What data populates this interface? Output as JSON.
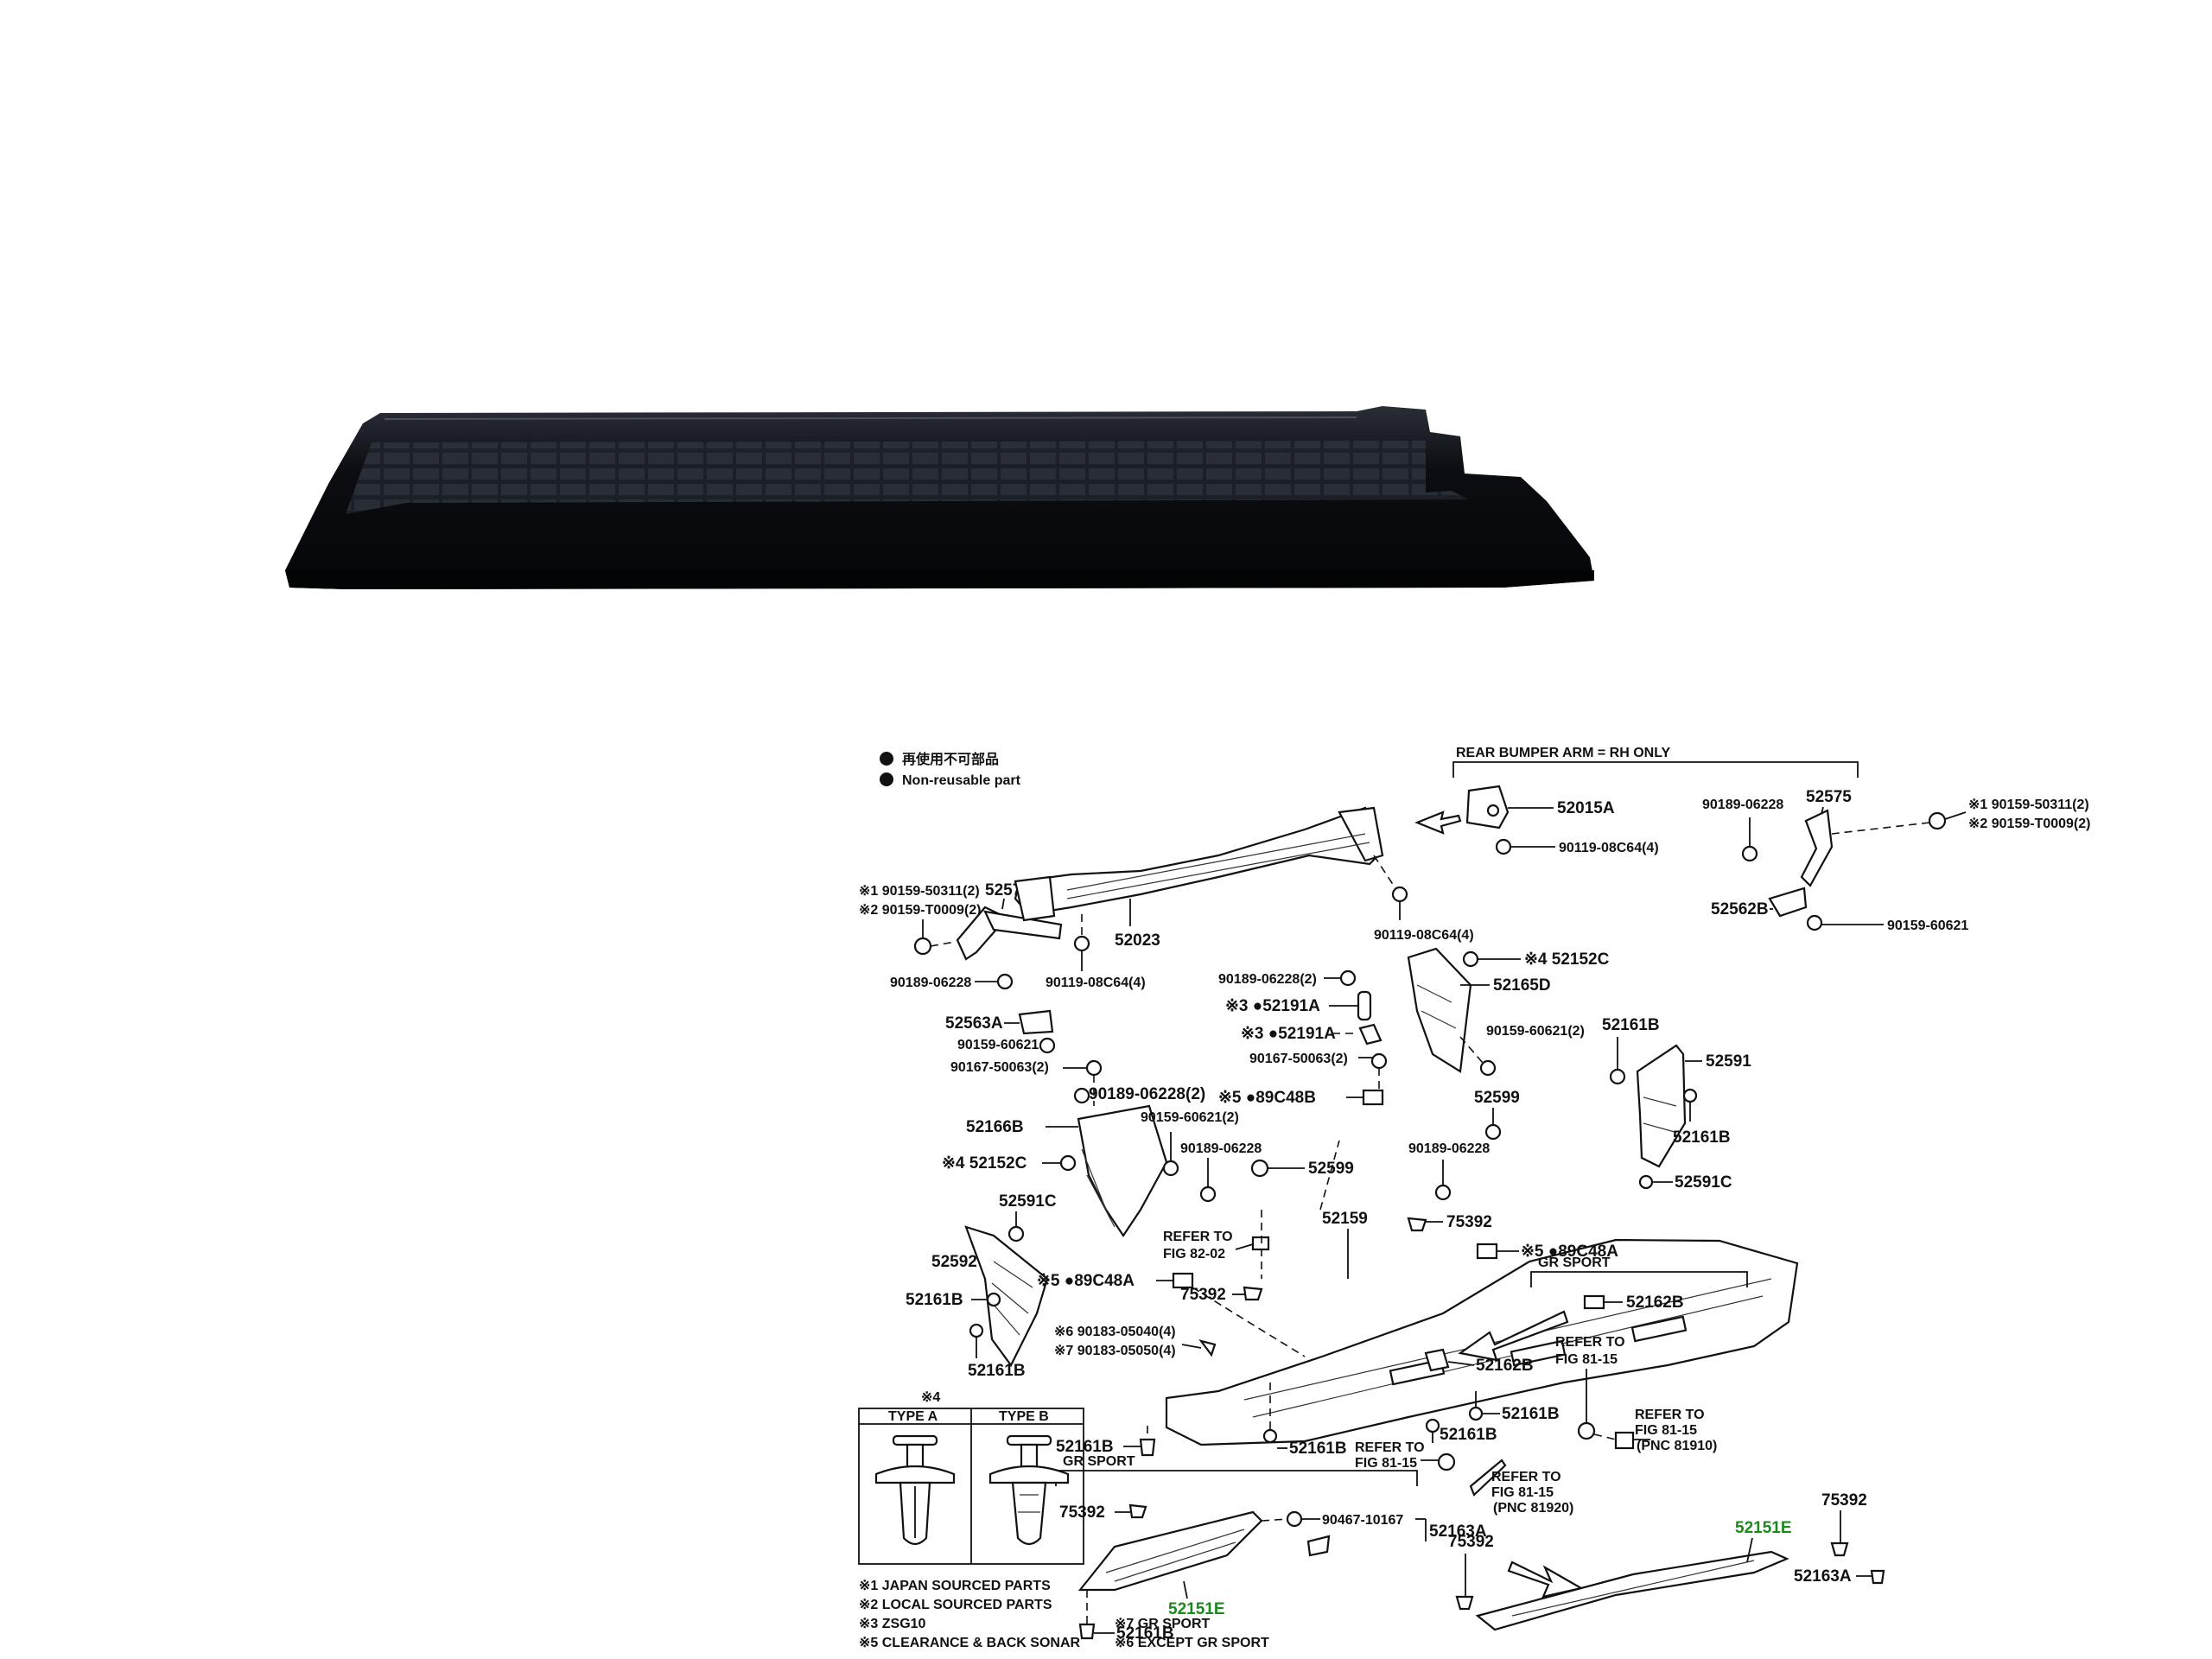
{
  "legend": {
    "jp_nonreusable": "再使用不可部品",
    "nonreusable": "Non-reusable part"
  },
  "groups": {
    "arm": "REAR BUMPER ARM = RH ONLY",
    "gr_sport": "GR SPORT"
  },
  "type_box": {
    "mark": "※4",
    "type_a": "TYPE A",
    "type_b": "TYPE B"
  },
  "notes": [
    "※1 JAPAN SOURCED PARTS",
    "※2 LOCAL SOURCED PARTS",
    "※3 ZSG10",
    "※5 CLEARANCE & BACK SONAR",
    "※6 EXCEPT GR SPORT",
    "※7 GR SPORT"
  ],
  "labels": {
    "p52015A": "52015A",
    "p90119_top": "90119-08C64(4)",
    "p90189_a": "90189-06228",
    "p52575": "52575",
    "p90159_50311_r": "※1 90159-50311(2)",
    "p90159_T0009_r": "※2 90159-T0009(2)",
    "p52562B": "52562B",
    "p90159_60621_r": "90159-60621",
    "p90159_50311_l": "※1 90159-50311(2)",
    "p90159_T0009_l": "※2 90159-T0009(2)",
    "p52576B": "52576B",
    "p52023": "52023",
    "p90119_mid": "90119-08C64(4)",
    "p90189_l": "90189-06228",
    "p90119_low": "90119-08C64(4)",
    "p52563A": "52563A",
    "p90159_60621_l": "90159-60621",
    "p90167_l": "90167-50063(2)",
    "p90189_2a": "90189-06228(2)",
    "p52152C_r": "※4 52152C",
    "p52165D": "52165D",
    "p52191A_1": "※3 ●52191A",
    "p52191A_2": "※3 ●52191A",
    "p90159_60621_2": "90159-60621(2)",
    "p90167_r": "90167-50063(2)",
    "p52161B_tr": "52161B",
    "p52591": "52591",
    "p90189_2b": "90189-06228(2)",
    "p90159_2b": "90159-60621(2)",
    "p52166B": "52166B",
    "p89C48B": "※5 ●89C48B",
    "p52599_r": "52599",
    "p90189_m": "90189-06228",
    "p52599_m": "52599",
    "p52152C_l": "※4 52152C",
    "p90189_r": "90189-06228",
    "p52161B_r2": "52161B",
    "p52591C_r": "52591C",
    "p52591C_l": "52591C",
    "refer_8202": "REFER TO",
    "refer_8202b": "FIG 82-02",
    "p52159": "52159",
    "p75392_a": "75392",
    "p89C48A_r": "※5 ●89C48A",
    "p52592": "52592",
    "p89C48A_l": "※5 ●89C48A",
    "p52161B_l": "52161B",
    "p75392_b": "75392",
    "p52162B_gr": "52162B",
    "p90183_a": "※6 90183-05040(4)",
    "p90183_b": "※7 90183-05050(4)",
    "p52162B": "52162B",
    "refer_8115a": "REFER TO",
    "refer_8115a2": "FIG 81-15",
    "p52161B_l2": "52161B",
    "p52161B_c": "52161B",
    "p52161B_c2": "52161B",
    "p52161B_b": "52161B",
    "p52161B_bb": "52161B",
    "refer_8115b": "REFER TO",
    "refer_8115b2": "FIG 81-15",
    "refer_8115c": "REFER TO",
    "refer_8115c2": "FIG 81-15",
    "refer_8115c3": "(PNC 81920)",
    "refer_8115d": "REFER TO",
    "refer_8115d2": "FIG 81-15",
    "refer_8115d3": "(PNC 81910)",
    "p75392_c": "75392",
    "p75392_d": "75392",
    "p75392_e": "75392",
    "p90467": "90467-10167",
    "p52163A_a": "52163A",
    "p52163A_b": "52163A",
    "p52151E_a": "52151E",
    "p52151E_b": "52151E",
    "p52161B_bot": "52161B"
  },
  "colors": {
    "highlight": "#1a8a1a",
    "trim": "#0d0f14"
  }
}
